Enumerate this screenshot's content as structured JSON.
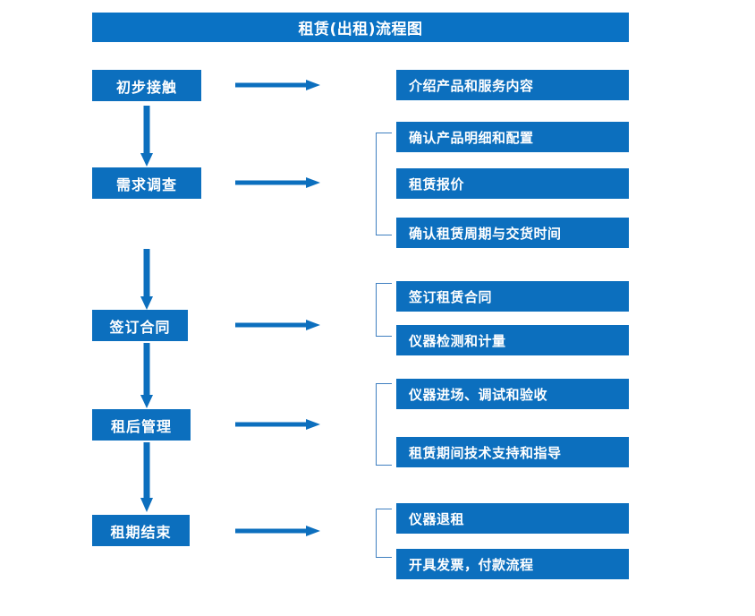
{
  "title": "租赁(出租)流程图",
  "colors": {
    "title_bar": "#0A72C4",
    "box_fill": "#0C6FBE",
    "box_text": "#FFFFFF",
    "arrow": "#0C6FBE",
    "bracket": "#3F7FC0",
    "background": "#FFFFFF"
  },
  "stages": [
    {
      "id": "stage-1",
      "label": "初步接触",
      "details": [
        "介绍产品和服务内容"
      ]
    },
    {
      "id": "stage-2",
      "label": "需求调查",
      "details": [
        "确认产品明细和配置",
        "租赁报价",
        "确认租赁周期与交货时间"
      ]
    },
    {
      "id": "stage-3",
      "label": "签订合同",
      "details": [
        "签订租赁合同",
        "仪器检测和计量"
      ]
    },
    {
      "id": "stage-4",
      "label": "租后管理",
      "details": [
        "仪器进场、调试和验收",
        "租赁期间技术支持和指导"
      ]
    },
    {
      "id": "stage-5",
      "label": "租期结束",
      "details": [
        "仪器退租",
        "开具发票，付款流程"
      ]
    }
  ],
  "details_flat": [
    "介绍产品和服务内容",
    "确认产品明细和配置",
    "租赁报价",
    "确认租赁周期与交货时间",
    "签订租赁合同",
    "仪器检测和计量",
    "仪器进场、调试和验收",
    "租赁期间技术支持和指导",
    "仪器退租",
    "开具发票，付款流程"
  ]
}
